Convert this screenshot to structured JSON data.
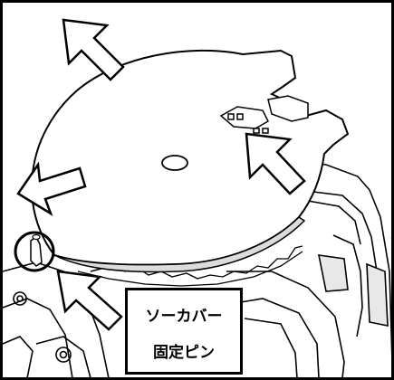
{
  "figure": {
    "callout": {
      "line1": "ソーカバー",
      "line2": "固定ピン"
    },
    "arrows": [
      {
        "name": "arrow-up-left",
        "direction": "up-left"
      },
      {
        "name": "arrow-left",
        "direction": "left"
      },
      {
        "name": "arrow-upper-right-to-lower-left",
        "direction": "up-left"
      },
      {
        "name": "arrow-pin-pointer",
        "direction": "up-left"
      }
    ],
    "colors": {
      "line": "#000000",
      "fill": "#ffffff",
      "shade": "#cfcfcf"
    }
  }
}
